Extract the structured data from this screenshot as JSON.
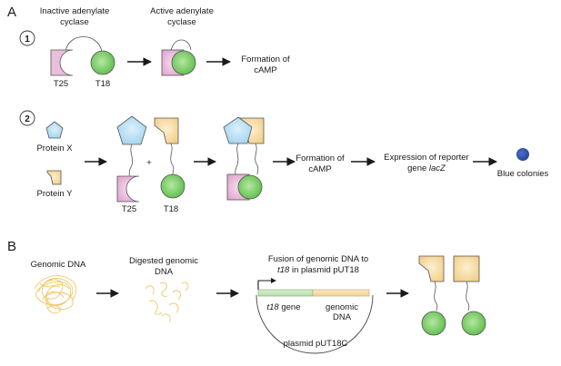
{
  "panel_a": {
    "label": "A",
    "step1": {
      "number": "1",
      "inactive_label": [
        "Inactive adenylate",
        "cyclase"
      ],
      "active_label": [
        "Active adenylate",
        "cyclase"
      ],
      "t25": "T25",
      "t18": "T18",
      "result": [
        "Formation of",
        "cAMP"
      ]
    },
    "step2": {
      "number": "2",
      "protein_x": "Protein X",
      "protein_y": "Protein Y",
      "plus": "+",
      "t25": "T25",
      "t18": "T18",
      "result1": [
        "Formation of",
        "cAMP"
      ],
      "result2_line1": "Expression of reporter",
      "result2_line2_prefix": "gene ",
      "result2_line2_italic": "lacZ",
      "result3": "Blue colonies"
    }
  },
  "panel_b": {
    "label": "B",
    "genomic_dna": "Genomic DNA",
    "digested": [
      "Digested genomic",
      "DNA"
    ],
    "fusion_line1": "Fusion of genomic DNA to",
    "fusion_line2_italic": "t18",
    "fusion_line2_rest": " in plasmid pUT18",
    "t18_gene_italic": "t18",
    "t18_gene_rest": " gene",
    "genomic_dna_box": [
      "genomic",
      "DNA"
    ],
    "plasmid": "plasmid pUT18C"
  },
  "colors": {
    "t25": "#e9bfdc",
    "t18": "#7fcd6f",
    "protein_x": "#b3dcf3",
    "protein_y": "#f7d9a0",
    "blue_colony": "#2f4fa8",
    "dna": "#f1c766"
  }
}
